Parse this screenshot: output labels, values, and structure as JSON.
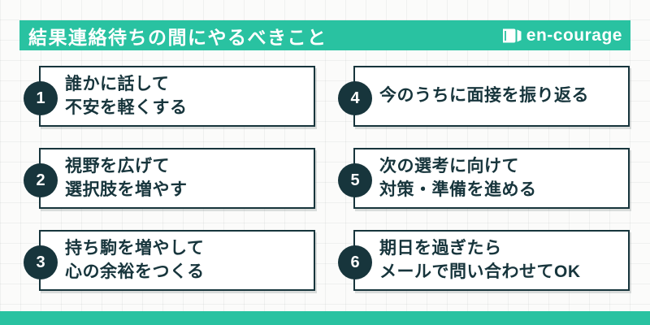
{
  "colors": {
    "accent": "#29c2a1",
    "dark": "#17353c",
    "card_bg": "#ffffff",
    "page_bg": "#fbfbfa"
  },
  "header": {
    "title": "結果連絡待ちの間にやるべきこと",
    "logo_text": "en-courage",
    "logo_icon": "book-icon"
  },
  "items": [
    {
      "number": "1",
      "line1": "誰かに話して",
      "line2": "不安を軽くする"
    },
    {
      "number": "2",
      "line1": "視野を広げて",
      "line2": "選択肢を増やす"
    },
    {
      "number": "3",
      "line1": "持ち駒を増やして",
      "line2": "心の余裕をつくる"
    },
    {
      "number": "4",
      "line1": "今のうちに面接を振り返る",
      "line2": ""
    },
    {
      "number": "5",
      "line1": "次の選考に向けて",
      "line2": "対策・準備を進める"
    },
    {
      "number": "6",
      "line1": "期日を過ぎたら",
      "line2": "メールで問い合わせてOK"
    }
  ]
}
